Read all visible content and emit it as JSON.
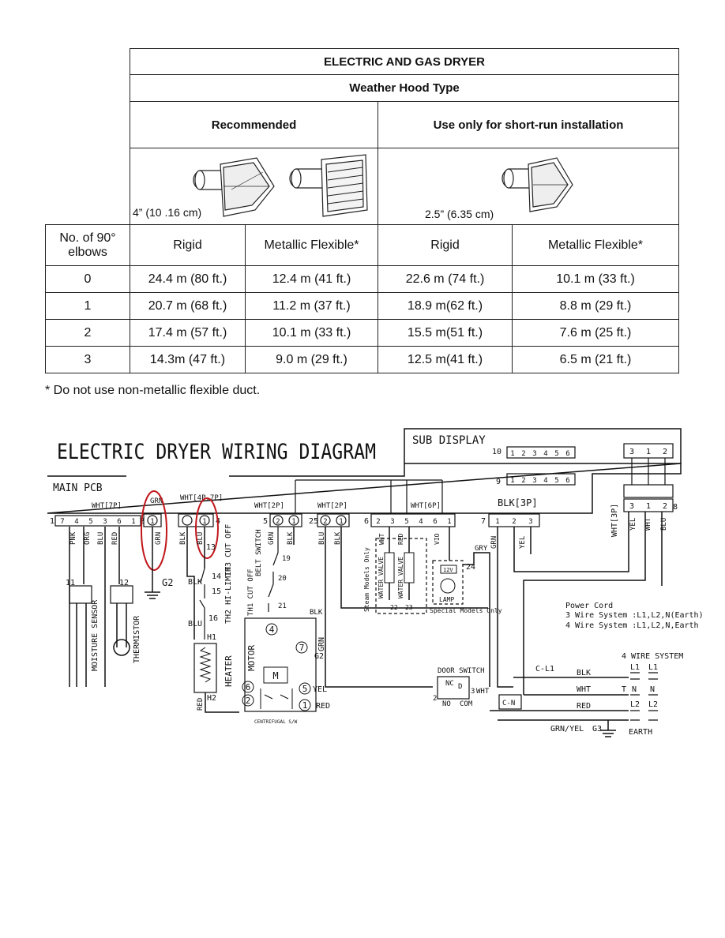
{
  "table": {
    "title": "ELECTRIC AND GAS DRYER",
    "subtitle": "Weather Hood Type",
    "recommended_label": "Recommended",
    "short_run_label": "Use only for short-run installation",
    "recommended_size": "4” (10 .16 cm)",
    "short_run_size": "2.5” (6.35 cm)",
    "col_elbows": "No. of 90° elbows",
    "col_rigid": "Rigid",
    "col_flex": "Metallic Flexible*",
    "rows": [
      {
        "elbows": "0",
        "r1": "24.4 m (80 ft.)",
        "f1": "12.4 m (41 ft.)",
        "r2": "22.6 m (74 ft.)",
        "f2": "10.1 m (33 ft.)"
      },
      {
        "elbows": "1",
        "r1": "20.7 m (68 ft.)",
        "f1": "11.2 m (37 ft.)",
        "r2": "18.9 m(62 ft.)",
        "f2": "8.8 m (29 ft.)"
      },
      {
        "elbows": "2",
        "r1": "17.4 m (57 ft.)",
        "f1": "10.1 m (33 ft.)",
        "r2": "15.5 m(51 ft.)",
        "f2": "7.6 m (25 ft.)"
      },
      {
        "elbows": "3",
        "r1": "14.3m (47 ft.)",
        "f1": "9.0 m (29 ft.)",
        "r2": "12.5 m(41 ft.)",
        "f2": "6.5 m (21 ft.)"
      }
    ],
    "footnote": "* Do not use non-metallic flexible duct."
  },
  "diagram": {
    "title": "ELECTRIC DRYER WIRING DIAGRAM",
    "sub_display": "SUB DISPLAY",
    "main_pcb": "MAIN PCB",
    "connectors": {
      "wht7p": "WHT[7P]",
      "grn": "GRN",
      "wht4p": "WHT[4P,7P]",
      "wht2p_a": "WHT[2P]",
      "wht2p_b": "WHT[2P]",
      "wht6p": "WHT[6P]",
      "blk3p": "BLK[3P]",
      "wht3p": "WHT[3P]"
    },
    "pins": {
      "n1": "1",
      "n2": "2",
      "n4": "4",
      "n5": "5",
      "n25": "25",
      "n6": "6",
      "n7": "7",
      "n8": "8",
      "n9": "9",
      "n10": "10",
      "n11": "11",
      "n12": "12",
      "p7p": [
        "7",
        "4",
        "5",
        "3",
        "6",
        "1"
      ],
      "p1": "1",
      "p2": [
        "2",
        "1"
      ],
      "p6p": [
        "2",
        "3",
        "5",
        "4",
        "6",
        "1"
      ],
      "p3p": [
        "1",
        "2",
        "3"
      ],
      "psub": [
        "1",
        "2",
        "3",
        "4",
        "5",
        "6"
      ],
      "p3p_r": [
        "3",
        "1",
        "2"
      ]
    },
    "wires": {
      "pnk": "PNK",
      "org": "ORG",
      "blu": "BLU",
      "red": "RED",
      "grn": "GRN",
      "blk": "BLK",
      "wht": "WHT",
      "vio": "VIO",
      "gry": "GRY",
      "yel": "YEL",
      "grn_yel": "GRN/YEL"
    },
    "labels": {
      "g2": "G2",
      "g3": "G3",
      "moisture": "MOISTURE SENSOR",
      "thermistor": "THERMISTOR",
      "th3": "TH3 CUT OFF",
      "hi_limit": "TH2 HI-LIMIT",
      "th1": "TH1 CUT OFF",
      "belt": "BELT SWITCH",
      "heater": "HEATER",
      "h1": "H1",
      "h2": "H2",
      "motor": "MOTOR",
      "m": "M",
      "centrifugal": "CENTRIFUGAL S/W",
      "water_valve1": "WATER VALVE",
      "water_valve2": "WATER VALVE",
      "steam_models": "Steam Models Only",
      "special_models": "Special Models Only",
      "lamp": "LAMP",
      "v12": "12V",
      "door_switch": "DOOR SWITCH",
      "nc": "NC",
      "no": "NO",
      "com": "COM",
      "d": "D",
      "cl1": "C-L1",
      "cn": "C-N",
      "power_cord": "Power Cord",
      "wire3": "3 Wire System :L1,L2,N(Earth)",
      "wire4": "4 Wire System :L1,L2,N,Earth",
      "four_wire": "4 WIRE SYSTEM",
      "l1": "L1",
      "l2": "L2",
      "n": "N",
      "t": "T",
      "earth": "EARTH",
      "p13": "13",
      "p14": "14",
      "p15": "15",
      "p16": "16",
      "p19": "19",
      "p20": "20",
      "p21": "21",
      "p22": "22",
      "p23": "23",
      "p24": "24",
      "m1": "1",
      "m2": "2",
      "m4": "4",
      "m5": "5",
      "m6": "6",
      "m7": "7",
      "d2": "2",
      "d3": "3"
    }
  }
}
